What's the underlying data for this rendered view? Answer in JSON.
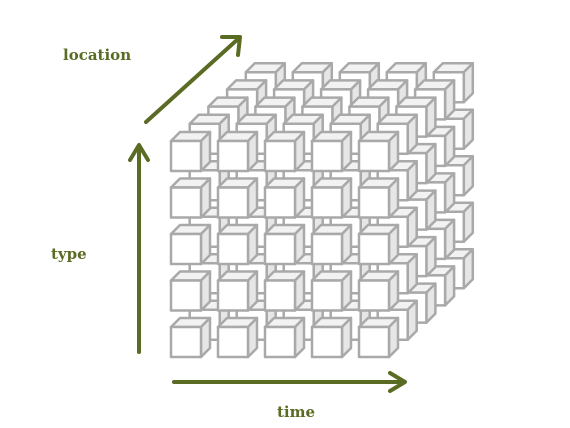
{
  "axes": {
    "location": "location",
    "type": "type",
    "time": "time"
  },
  "cube": {
    "rows": 5,
    "columns": 5,
    "depth": 5
  },
  "colors": {
    "axis": "#5a6b24",
    "cube_edge": "#a9a9a9",
    "cube_front": "#ffffff",
    "cube_top": "#f2f2f2",
    "cube_side": "#e6e6e6"
  }
}
